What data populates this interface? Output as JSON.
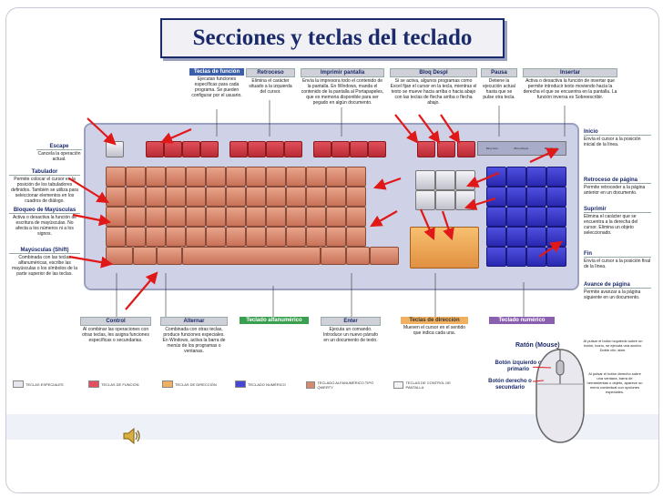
{
  "title": "Secciones y teclas del teclado",
  "callouts": {
    "funcion": {
      "heading": "Teclas de función",
      "text": "Ejecutan funciones específicas para cada programa. Se pueden configurar por el usuario."
    },
    "retroceso": {
      "heading": "Retroceso",
      "text": "Elimina el carácter situado a la izquierda del cursor."
    },
    "imprimir": {
      "heading": "Imprimir pantalla",
      "text": "Envía la impresora todo el contenido de la pantalla. En Windows, manda el contenido de la pantalla al Portapapeles, que es memoria disponible para ser pegado en algún documento."
    },
    "bloqdespl": {
      "heading": "Bloq Despl",
      "text": "Si se activa, algunos programas como Excel fijan el cursor en la tecla, mientras el texto se mueve hacia arriba o hacia abajo con las teclas de flecha arriba o flecha abajo."
    },
    "pausa": {
      "heading": "Pausa",
      "text": "Detiene la ejecución actual hasta que se pulse otra tecla."
    },
    "insertar": {
      "heading": "Insertar",
      "text": "Activa o desactiva la función de insertar que permite introducir texto moviendo hacia la derecha el que se encuentra en la pantalla. La función inversa es Sobreescribir."
    },
    "control": {
      "heading": "Control",
      "text": "Al combinar las operaciones con otras teclas, les asigna funciones específicas o secundarias."
    },
    "alternar": {
      "heading": "Alternar",
      "text": "Combinada con otras teclas, produce funciones especiales. En Windows, activa la barra de menús de los programas o ventanas."
    },
    "alfanumerico": {
      "heading": "Teclado alfanumérico",
      "text": ""
    },
    "enter": {
      "heading": "Enter",
      "text": "Ejecuta un comando. Introduce un nuevo párrafo en un documento de texto."
    },
    "direccion": {
      "heading": "Teclas de dirección",
      "text": "Mueven el cursor en el sentido que indica cada una."
    },
    "numerico": {
      "heading": "Teclado numérico",
      "text": ""
    }
  },
  "left_labels": {
    "escape": {
      "heading": "Escape",
      "text": "Cancela la operación actual."
    },
    "tabulador": {
      "heading": "Tabulador",
      "text": "Permite colocar el cursor en la posición de los tabuladores definidos. También se utiliza para seleccionar elementos en los cuadros de diálogo."
    },
    "bloqmayus": {
      "heading": "Bloqueo de Mayúsculas",
      "text": "Activa o desactiva la función de escritura de mayúsculas. No afecta a los números ni a los signos."
    },
    "shift": {
      "heading": "Mayúsculas (Shift)",
      "text": "Combinada con las teclas alfanuméricas, escribe las mayúsculas o los símbolos de la parte superior de las teclas."
    }
  },
  "right_labels": {
    "inicio": {
      "heading": "Inicio",
      "text": "Envía el cursor a la posición inicial de la línea."
    },
    "repag": {
      "heading": "Retroceso de página",
      "text": "Permite retroceder a la página anterior en un documento."
    },
    "suprimir": {
      "heading": "Suprimir",
      "text": "Elimina el carácter que se encuentra a la derecha del cursor. Elimina un objeto seleccionado."
    },
    "fin": {
      "heading": "Fin",
      "text": "Envía el cursor a la posición final de la línea."
    },
    "avpag": {
      "heading": "Avance de página",
      "text": "Permite avanzar a la página siguiente en un documento."
    }
  },
  "mouse": {
    "title": "Ratón (Mouse)",
    "left_button": "Botón izquierdo o primario",
    "right_button": "Botón derecho o secundario",
    "left_note": "Al pulsar el botón izquierdo sobre un botón, icono, se ejecuta una acción. Doble clic: abre.",
    "right_note": "Al pulsar el botón derecho sobre una ventana, barra de herramientas u objeto, aparece un menú contextual con opciones especiales."
  },
  "legend": [
    {
      "label": "TECLAS ESPECIALES",
      "color": "#e6e6ee"
    },
    {
      "label": "TECLAS DE FUNCIÓN",
      "color": "#e05060"
    },
    {
      "label": "TECLAS DE DIRECCIÓN",
      "color": "#f0b060"
    },
    {
      "label": "TECLADO NUMÉRICO",
      "color": "#4848d8"
    },
    {
      "label": "TECLADO ALFANUMÉRICO TIPO QWERTY",
      "color": "#d88a70"
    },
    {
      "label": "TECLAS DE CONTROL DE PANTALLA",
      "color": "#f4f4f8"
    }
  ],
  "keyboard_leds": [
    "Bloq Num",
    "Bloq Mayús",
    "Bloq Despl"
  ],
  "icons": {
    "speaker": "speaker-icon"
  }
}
